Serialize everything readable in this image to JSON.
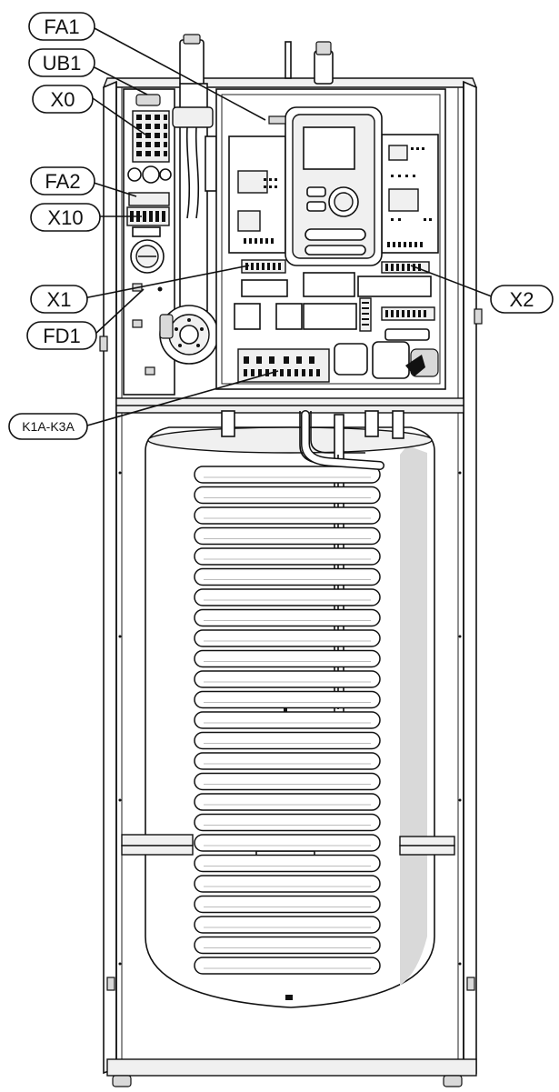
{
  "labels": {
    "fa1": "FA1",
    "ub1": "UB1",
    "x0": "X0",
    "fa2": "FA2",
    "x10": "X10",
    "x1": "X1",
    "fd1": "FD1",
    "k1a_k3a": "K1A-K3A",
    "x2": "X2"
  },
  "colors": {
    "stroke": "#111111",
    "background": "#ffffff",
    "shade": "#d9d9d9"
  }
}
